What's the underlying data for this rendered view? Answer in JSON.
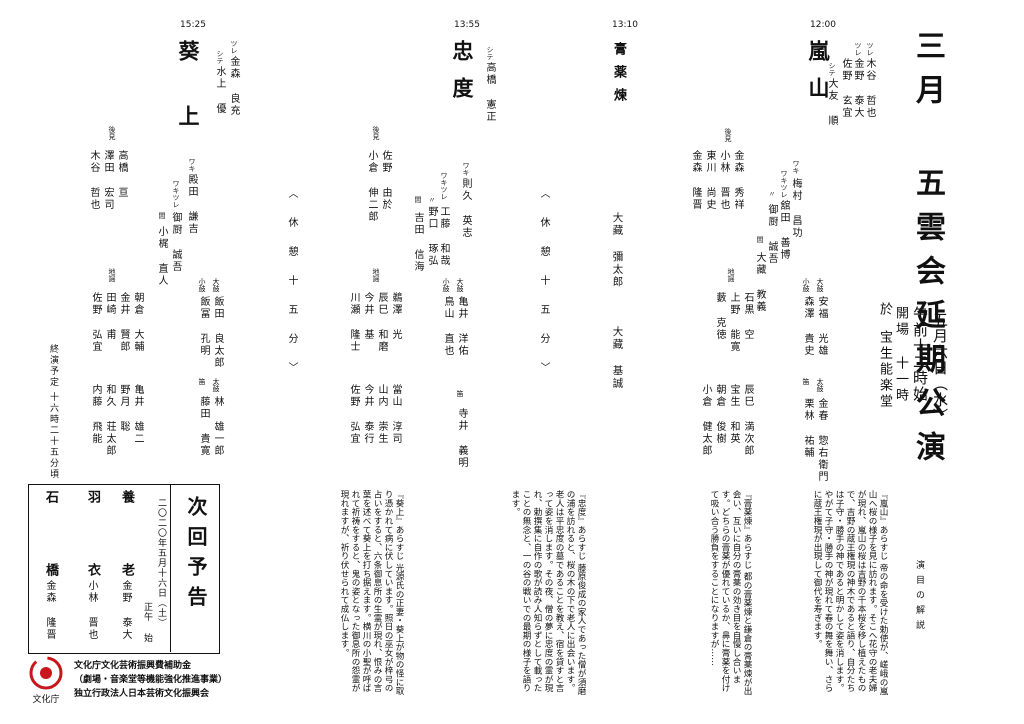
{
  "header": {
    "title": "三月 五雲会延期公演",
    "date": "五月六日（水）",
    "start_time": "午前十二時始",
    "opening": "開場 十一時",
    "venue_label": "於",
    "venue": "宝生能楽堂"
  },
  "programs": [
    {
      "time": "12:00",
      "title": "嵐山",
      "shite_label": "シテ",
      "shite": "大友 順",
      "tsure_label": "ツレ",
      "tsure": "佐野 玄宜",
      "tsure2_label": "ツレ",
      "tsure2": "木谷 哲也",
      "kaeshi": "金野 泰大",
      "waki_label": "ワキ",
      "waki": "梅村 昌功",
      "wakizure_label": "ワキツレ",
      "wakizure": "舘田 善博",
      "wakizure2_label": "〃",
      "wakizure2": "御厨 誠吾",
      "ai_label": "間",
      "ai": "大藏 教義",
      "koken_label": "後見",
      "koken": [
        "金森 秀祥",
        "小林 晋也",
        "東川 尚史",
        "金森 隆晋"
      ],
      "jiutai_label": "地謡",
      "jiutai": [
        "石黒 空",
        "上野 能寛",
        "藪 克徳",
        "辰巳 満次郎",
        "宝生 和英",
        "朝倉 俊樹",
        "小倉 健太郎"
      ],
      "hayashi": [
        {
          "label": "大鼓",
          "name": "安福 光雄"
        },
        {
          "label": "小鼓",
          "name": "森澤 貴史"
        },
        {
          "label": "太鼓",
          "name": "金春 惣右衛門"
        },
        {
          "label": "笛",
          "name": "栗林 祐輔"
        }
      ]
    },
    {
      "time": "13:10",
      "title": "膏薬煉",
      "shite": "大藏 彌太郎",
      "ado": "大藏 基誠"
    },
    {
      "time": "13:55",
      "title": "忠度",
      "shite_label": "シテ",
      "shite": "高橋 憲正",
      "waki_label": "ワキ",
      "waki": "則久 英志",
      "wakizure_label": "ワキツレ",
      "wakizure": "工藤 和哉",
      "wakizure2_label": "〃",
      "wakizure2": "野口 琢弘",
      "ai_label": "間",
      "ai": "吉田 信海",
      "koken_label": "後見",
      "koken": [
        "佐野 由於",
        "小倉 伸二郎"
      ],
      "jiutai_label": "地謡",
      "jiutai": [
        "鵜澤 光",
        "辰巳 和磨",
        "今井 基",
        "川瀬 隆士",
        "當山 淳司",
        "山内 崇生",
        "今井 泰行",
        "佐野 弘宜"
      ],
      "hayashi": [
        {
          "label": "大鼓",
          "name": "亀井 洋佑"
        },
        {
          "label": "小鼓",
          "name": "鳥山 直也"
        },
        {
          "label": "笛",
          "name": "寺井 義明"
        }
      ]
    },
    {
      "time": "15:25",
      "title": "葵上",
      "shite_label": "シテ",
      "shite": "水上 優",
      "tsure_label": "ツレ",
      "tsure": "金森 良充",
      "waki_label": "ワキ",
      "waki": "殿田 謙吉",
      "wakizure_label": "ワキツレ",
      "wakizure": "御厨 誠吾",
      "ai_label": "間",
      "ai": "小梶 直人",
      "koken_label": "後見",
      "koken": [
        "高橋 亘",
        "澤田 宏司",
        "木谷 哲也"
      ],
      "jiutai_label": "地謡",
      "jiutai": [
        "朝倉 大輔",
        "金井 賢郎",
        "田崎 甫",
        "佐野 弘宜",
        "亀井 雄二",
        "野月 聡",
        "和久 荘太郎",
        "内藤 飛能"
      ],
      "hayashi": [
        {
          "label": "大鼓",
          "name": "飯田 良太郎"
        },
        {
          "label": "小鼓",
          "name": "飯冨 孔明"
        },
        {
          "label": "太鼓",
          "name": "林 雄一郎"
        },
        {
          "label": "笛",
          "name": "藤田 貴寛"
        }
      ]
    }
  ],
  "intermission": "〈 休 憩 十 五 分 〉",
  "end_time_label": "終演予定",
  "end_time": "十六時二十五分頃",
  "next": {
    "heading": "次回予告",
    "date": "二〇二〇年五月十六日（土）",
    "start": "正午 始",
    "items": [
      {
        "title": "養老",
        "name": "金野 泰大"
      },
      {
        "title": "羽衣",
        "name": "小林 晋也"
      },
      {
        "title": "石橋",
        "name": "金森 隆晋"
      }
    ]
  },
  "commentary_heading": "演目の解説",
  "commentary": [
    "『嵐山』あらすじ 帝の命を受けた勅使が、嵯峨の嵐山へ桜の様子を見に訪れます。そこへ花守の老夫婦が現れ、嵐山の桜は吉野の千本桜を移し植えたもので、吉野の蔵王権現の神木であると語り、自分たちは子守・勝手の神であると明かして姿を消します。やがて子守・勝手の神が現れて春の舞を舞い、さらに蔵王権現が出現して御代を寿ぎます。",
    "『膏薬煉』あらすじ 都の膏薬煉と鎌倉の膏薬煉が出会い、互いに自分の膏薬の効き目を自慢し合います。どちらの膏薬が優れているか、鼻に膏薬を付けて吸い合う勝負をすることになりますが……",
    "『忠度』あらすじ 藤原俊成の家人であった僧が須磨の浦を訪れると、桜の木の下で老人に出会います。老人は平忠度の墓であることを教え、宿を貸すと言って姿を消します。その夜、僧の夢に忠度の霊が現れ、勅撰集に自作の歌が読み人知らずとして載ったことの無念と、一の谷の戦いでの最期の様子を語ります。",
    "『葵上』あらすじ 光源氏の正妻・葵上が物の怪に取り憑かれて病に伏しています。照日の巫女が梓弓の占いをすると、六条御息所の生霊が現れ、恨みの言葉を述べて葵上を打ち据えます。横川の小聖が呼ばれて祈祷をすると、鬼の姿となった御息所の怨霊が現れますが、祈り伏せられて成仏します。"
  ],
  "footer": {
    "logo_text": "文化庁",
    "line1": "文化庁文化芸術振興費補助金",
    "line2": "（劇場・音楽堂等機能強化推進事業）",
    "line3": "独立行政法人日本芸術文化振興会"
  }
}
